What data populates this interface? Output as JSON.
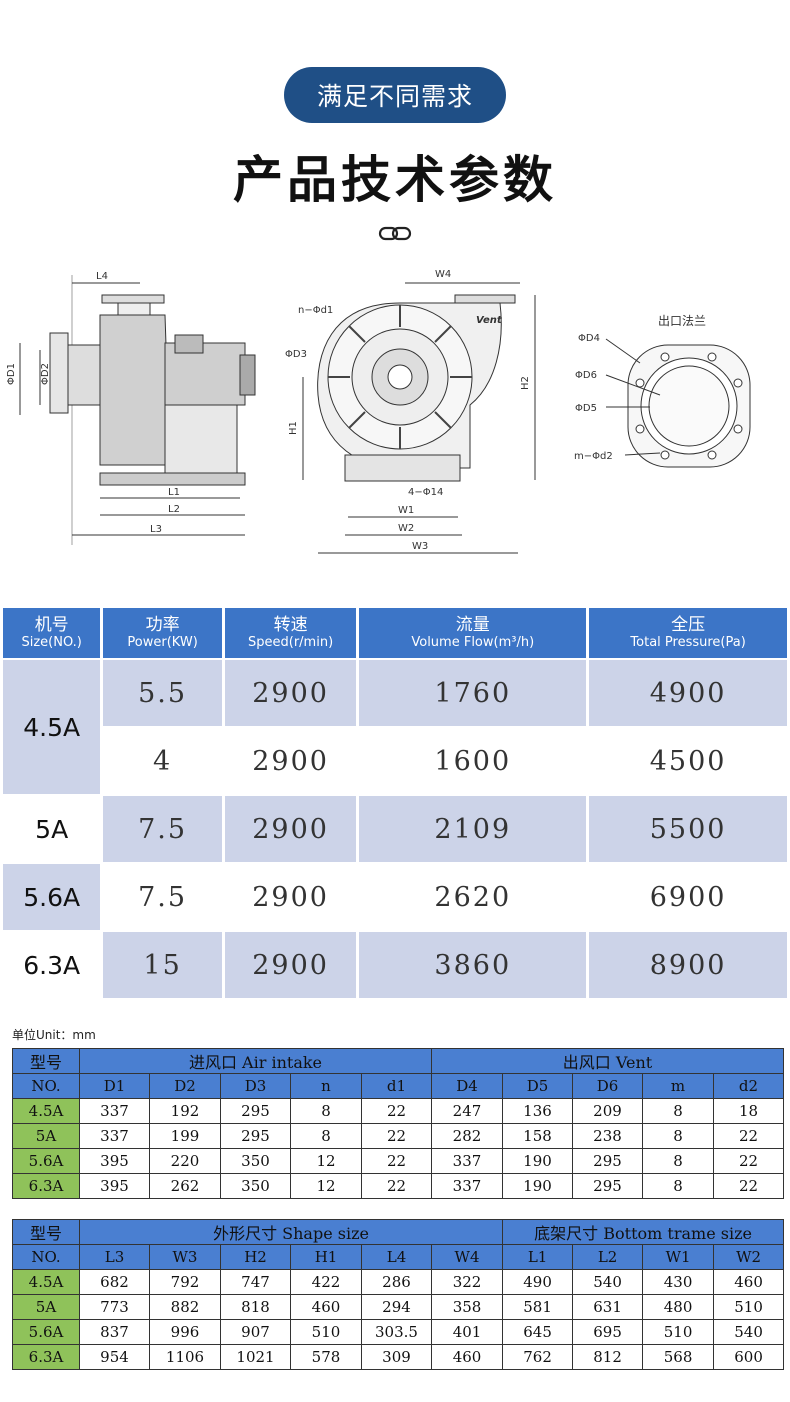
{
  "header": {
    "pill": "满足不同需求",
    "title": "产品技术参数"
  },
  "drawing": {
    "labels": {
      "L4": "L4",
      "D1": "ΦD1",
      "D2": "ΦD2",
      "L1": "L1",
      "L2": "L2",
      "L3": "L3",
      "W4": "W4",
      "nd1": "n−Φd1",
      "D3": "ΦD3",
      "H1": "H1",
      "H2": "H2",
      "bolt": "4−Φ14",
      "W1": "W1",
      "W2": "W2",
      "W3": "W3",
      "vent": "Vent",
      "flange_title": "出口法兰",
      "D4": "ΦD4",
      "D6": "ΦD6",
      "D5": "ΦD5",
      "md2": "m−Φd2"
    }
  },
  "spec_table": {
    "headers": [
      {
        "cn": "机号",
        "en": "Size(NO.)"
      },
      {
        "cn": "功率",
        "en": "Power(KW)"
      },
      {
        "cn": "转速",
        "en": "Speed(r/min)"
      },
      {
        "cn": "流量",
        "en": "Volume Flow(m³/h)"
      },
      {
        "cn": "全压",
        "en": "Total Pressure(Pa)"
      }
    ],
    "rows": [
      {
        "size": "4.5A",
        "power": "5.5",
        "speed": "2900",
        "flow": "1760",
        "pressure": "4900"
      },
      {
        "size": "",
        "power": "4",
        "speed": "2900",
        "flow": "1600",
        "pressure": "4500"
      },
      {
        "size": "5A",
        "power": "7.5",
        "speed": "2900",
        "flow": "2109",
        "pressure": "5500"
      },
      {
        "size": "5.6A",
        "power": "7.5",
        "speed": "2900",
        "flow": "2620",
        "pressure": "6900"
      },
      {
        "size": "6.3A",
        "power": "15",
        "speed": "2900",
        "flow": "3860",
        "pressure": "8900"
      }
    ]
  },
  "unit": "单位Unit：mm",
  "intake_table": {
    "model_label": "型号",
    "group1": "进风口 Air intake",
    "group2": "出风口 Vent",
    "columns": [
      "NO.",
      "D1",
      "D2",
      "D3",
      "n",
      "d1",
      "D4",
      "D5",
      "D6",
      "m",
      "d2"
    ],
    "rows": [
      [
        "4.5A",
        "337",
        "192",
        "295",
        "8",
        "22",
        "247",
        "136",
        "209",
        "8",
        "18"
      ],
      [
        "5A",
        "337",
        "199",
        "295",
        "8",
        "22",
        "282",
        "158",
        "238",
        "8",
        "22"
      ],
      [
        "5.6A",
        "395",
        "220",
        "350",
        "12",
        "22",
        "337",
        "190",
        "295",
        "8",
        "22"
      ],
      [
        "6.3A",
        "395",
        "262",
        "350",
        "12",
        "22",
        "337",
        "190",
        "295",
        "8",
        "22"
      ]
    ]
  },
  "shape_table": {
    "model_label": "型号",
    "group1": "外形尺寸 Shape size",
    "group2": "底架尺寸 Bottom trame size",
    "columns": [
      "NO.",
      "L3",
      "W3",
      "H2",
      "H1",
      "L4",
      "W4",
      "L1",
      "L2",
      "W1",
      "W2"
    ],
    "rows": [
      [
        "4.5A",
        "682",
        "792",
        "747",
        "422",
        "286",
        "322",
        "490",
        "540",
        "430",
        "460"
      ],
      [
        "5A",
        "773",
        "882",
        "818",
        "460",
        "294",
        "358",
        "581",
        "631",
        "480",
        "510"
      ],
      [
        "5.6A",
        "837",
        "996",
        "907",
        "510",
        "303.5",
        "401",
        "645",
        "695",
        "510",
        "540"
      ],
      [
        "6.3A",
        "954",
        "1106",
        "1021",
        "578",
        "309",
        "460",
        "762",
        "812",
        "568",
        "600"
      ]
    ]
  },
  "colors": {
    "pill": "#1f4f86",
    "header_blue": "#3c75c7",
    "row_shade": "#ccd3e8",
    "dim_header": "#4a7fd1",
    "model_green": "#8fc25a"
  }
}
